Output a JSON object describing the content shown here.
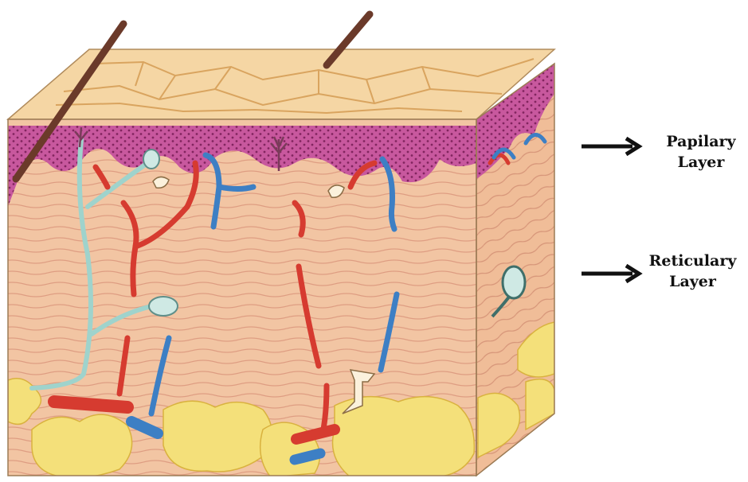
{
  "labels": {
    "papillary_line1": "Papilary",
    "papillary_line2": "Layer",
    "reticular_line1": "Reticulary",
    "reticular_line2": "Layer"
  },
  "colors": {
    "epidermis_top": "#f5d6a4",
    "epidermis_cracks": "#d9a45f",
    "papillary_dermis": "#c8589e",
    "dermis": "#f2c5a3",
    "fat": "#f4e07a",
    "artery": "#d63b30",
    "vein": "#3d7fc4",
    "nerve": "#9fd3cc",
    "hair": "#6b3a2a"
  },
  "icons": [
    "right-arrow-icon",
    "right-arrow-icon"
  ]
}
